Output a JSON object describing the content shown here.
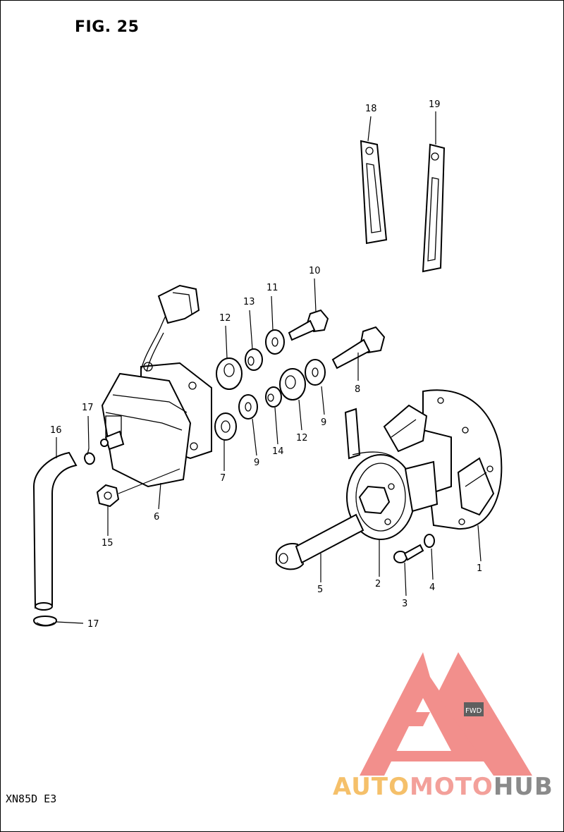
{
  "figure_title": "FIG. 25",
  "model_code": "XN85D E3",
  "watermark": {
    "part1": "AUTO",
    "part2": "MOTO",
    "part3": "HUB",
    "arrow_text": "FWD"
  },
  "callouts": [
    {
      "id": "c18",
      "text": "18"
    },
    {
      "id": "c19",
      "text": "19"
    },
    {
      "id": "c10",
      "text": "10"
    },
    {
      "id": "c11",
      "text": "11"
    },
    {
      "id": "c13",
      "text": "13"
    },
    {
      "id": "c12a",
      "text": "12"
    },
    {
      "id": "c12b",
      "text": "12"
    },
    {
      "id": "c8",
      "text": "8"
    },
    {
      "id": "c9a",
      "text": "9"
    },
    {
      "id": "c9b",
      "text": "9"
    },
    {
      "id": "c14",
      "text": "14"
    },
    {
      "id": "c7",
      "text": "7"
    },
    {
      "id": "c17a",
      "text": "17"
    },
    {
      "id": "c17b",
      "text": "17"
    },
    {
      "id": "c16",
      "text": "16"
    },
    {
      "id": "c6",
      "text": "6"
    },
    {
      "id": "c15",
      "text": "15"
    },
    {
      "id": "c1",
      "text": "1"
    },
    {
      "id": "c2",
      "text": "2"
    },
    {
      "id": "c3",
      "text": "3"
    },
    {
      "id": "c4",
      "text": "4"
    },
    {
      "id": "c5",
      "text": "5"
    }
  ],
  "colors": {
    "line": "#000000",
    "logo_red": "#f07c78",
    "logo_yellow": "#f5c06a",
    "logo_gray": "#8a8a8a"
  }
}
